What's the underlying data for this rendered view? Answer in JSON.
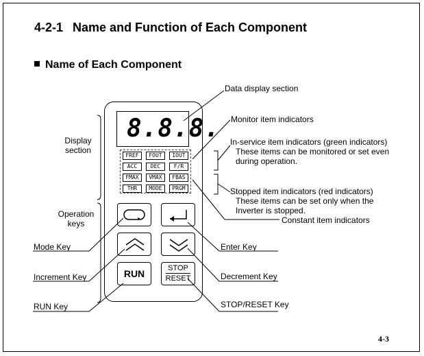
{
  "heading": {
    "number": "4-2-1",
    "title": "Name and Function of Each Component"
  },
  "subheading": "Name of Each Component",
  "display": {
    "digits": "8.8.8."
  },
  "indicators": [
    "FREF",
    "FOUT",
    "IOUT",
    "ACC",
    "DEC",
    "F/R",
    "FMAX",
    "VMAX",
    "FBAS",
    "THR",
    "MODE",
    "PRGM"
  ],
  "keys": {
    "run": "RUN",
    "stop": "STOP",
    "reset": "RESET"
  },
  "labels": {
    "data_display_section": "Data display section",
    "display_section": [
      "Display",
      "section"
    ],
    "monitor_item_indicators": "Monitor item indicators",
    "in_service": [
      "In-service item indicators (green indicators)",
      "These items can be monitored or set even",
      "during operation."
    ],
    "stopped": [
      "Stopped item indicators (red indicators)",
      "These items can be set only when the",
      "Inverter is stopped."
    ],
    "constant_item_indicators": "Constant item indicators",
    "operation_keys": [
      "Operation",
      "keys"
    ],
    "mode_key": "Mode Key",
    "enter_key": "Enter Key",
    "increment_key": "Increment Key",
    "decrement_key": "Decrement Key",
    "run_key": "RUN Key",
    "stop_reset_key": "STOP/RESET Key"
  },
  "footer": "4-3"
}
